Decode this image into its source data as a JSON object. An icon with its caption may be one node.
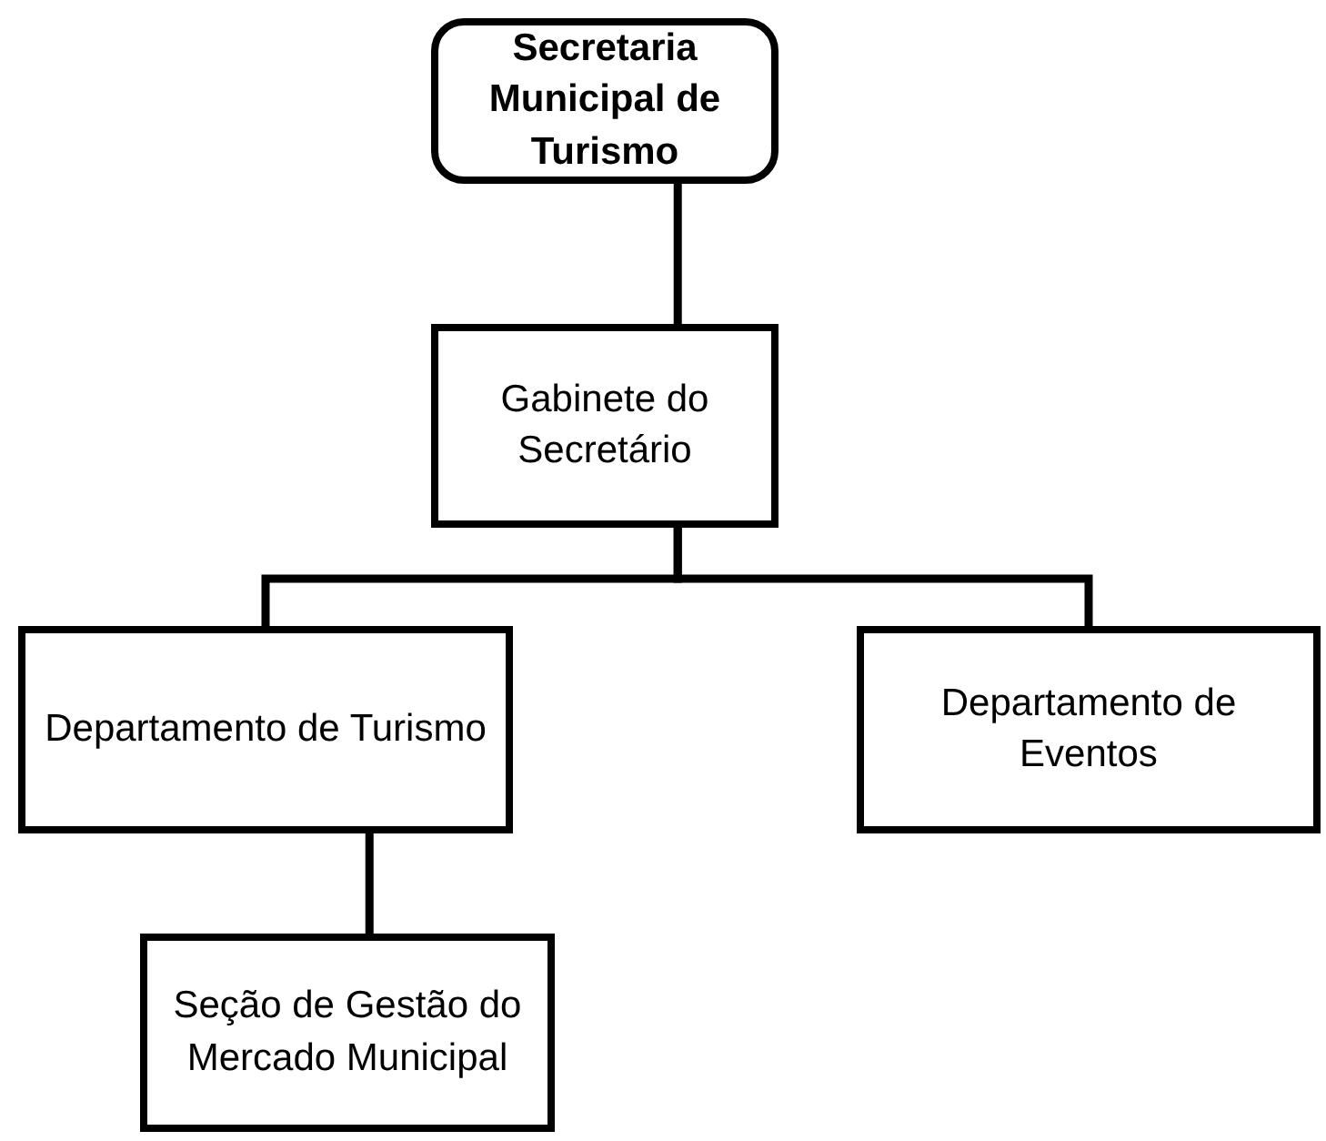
{
  "diagram": {
    "nodes": [
      {
        "text": [
          "Secretaria Municipal de Turismo"
        ]
      },
      {
        "text": [
          "Gabinete do Secretário"
        ]
      },
      {
        "text": [
          "Departamento de Turismo"
        ]
      },
      {
        "text": [
          "Departamento de Eventos"
        ]
      },
      {
        "text": [
          "Seção de Gestão do Mercado Municipal"
        ]
      }
    ],
    "edges": [
      {
        "from": 0,
        "to": 1,
        "arrow": "none"
      },
      {
        "from": 1,
        "to": 2,
        "arrow": "none"
      },
      {
        "from": 1,
        "to": 3,
        "arrow": "none"
      },
      {
        "from": 2,
        "to": 4,
        "arrow": "none"
      }
    ]
  }
}
